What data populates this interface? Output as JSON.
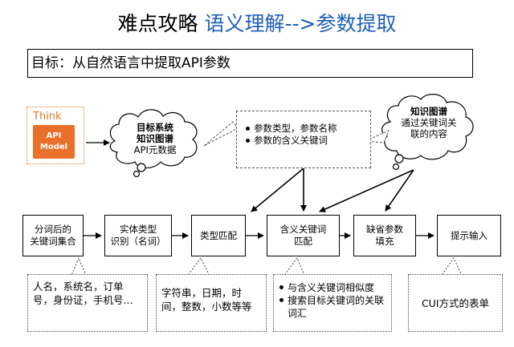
{
  "title": {
    "part1": "难点攻略 ",
    "part2": "语义理解-->参数提取"
  },
  "goal": "目标：从自然语言中提取API参数",
  "think_icon": {
    "label": "Think",
    "line1": "API",
    "line2": "Model"
  },
  "cloud_left": {
    "line1": "目标系统",
    "line2": "知识图谱",
    "line3": "API元数据"
  },
  "note_top": {
    "items": [
      "参数类型，参数名称",
      "参数的含义关键词"
    ]
  },
  "cloud_right": {
    "line1": "知识图谱",
    "line2": "通过关键词关",
    "line3": "联的内容"
  },
  "steps": [
    {
      "line1": "分词后的",
      "line2": "关键词集合"
    },
    {
      "line1": "实体类型",
      "line2": "识别（名词）"
    },
    {
      "line1": "类型匹配",
      "line2": ""
    },
    {
      "line1": "含义关键词",
      "line2": "匹配"
    },
    {
      "line1": "缺省参数",
      "line2": "填充"
    },
    {
      "line1": "提示输入",
      "line2": ""
    }
  ],
  "notes_bottom": {
    "entity": "人名，系统名，订单号，身份证，手机号...",
    "type": "字符串，日期，时间，整数，小数等等",
    "semantic": [
      "与含义关键词相似度",
      "搜索目标关键词的关联词汇"
    ],
    "cui": "CUI方式的表单"
  },
  "colors": {
    "title_accent": "#1f5fb8",
    "api_box": "#e8702a",
    "think_border": "#e07a2a"
  }
}
